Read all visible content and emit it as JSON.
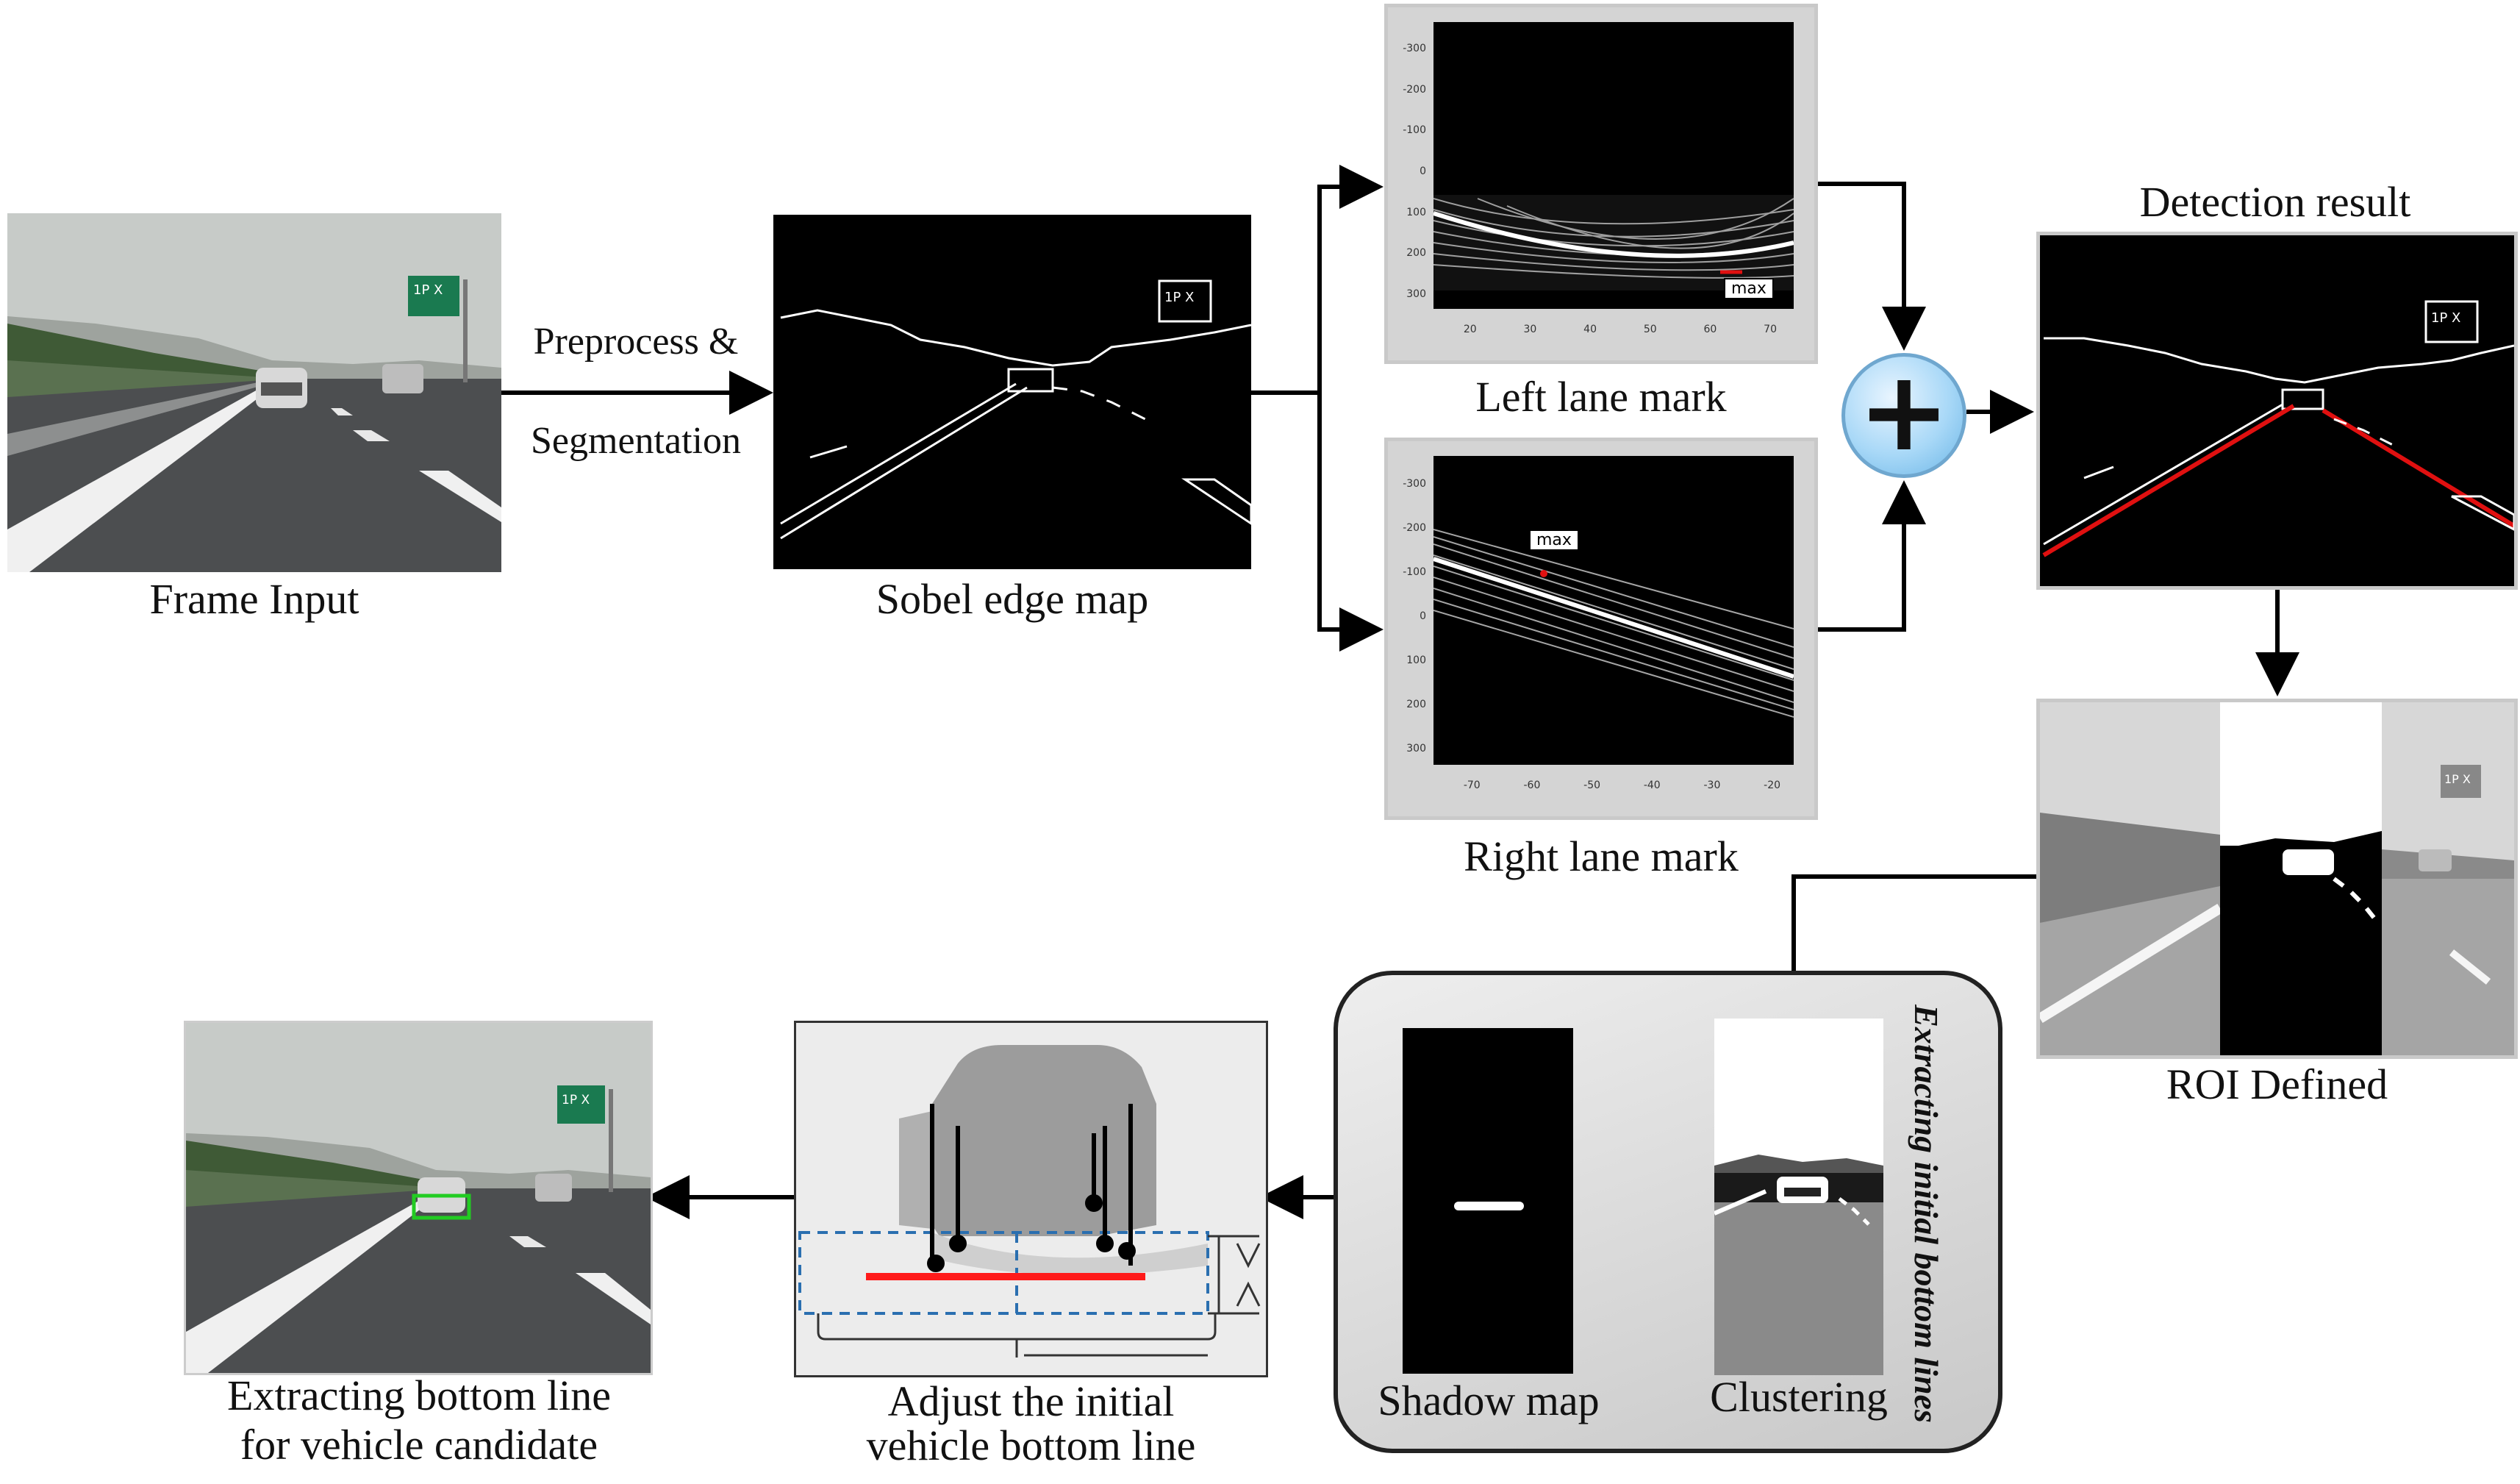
{
  "captions": {
    "frame_input": "Frame Input",
    "sobel_edge_map": "Sobel edge map",
    "preprocess_line1": "Preprocess &",
    "preprocess_line2": "Segmentation",
    "left_lane_mark": "Left lane mark",
    "right_lane_mark": "Right lane mark",
    "detection_result": "Detection result",
    "roi_defined": "ROI Defined",
    "shadow_map": "Shadow map",
    "clustering": "Clustering",
    "extracting_initial": "Extracting initial bottom lines",
    "adjust_line1": "Adjust the initial",
    "adjust_line2": "vehicle bottom line",
    "extract_bottom_line1": "Extracting bottom line",
    "extract_bottom_line2": "for vehicle candidate"
  },
  "hough": {
    "left_max_label": "max",
    "right_max_label": "max",
    "left_yticks": [
      "-300",
      "-200",
      "-100",
      "0",
      "100",
      "200",
      "300"
    ],
    "left_xticks": [
      "20",
      "30",
      "40",
      "50",
      "60",
      "70"
    ],
    "right_yticks": [
      "-300",
      "-200",
      "-100",
      "0",
      "100",
      "200",
      "300"
    ],
    "right_xticks": [
      "-70",
      "-60",
      "-50",
      "-40",
      "-30",
      "-20"
    ]
  },
  "sign_text": "1P X",
  "colors": {
    "lane_detect": "#e01010",
    "bottom_line": "#ff1a1a",
    "vehicle_box": "#22cc22",
    "dashed_box": "#2a6fb0",
    "plus_fill": "#a8d8f7"
  }
}
